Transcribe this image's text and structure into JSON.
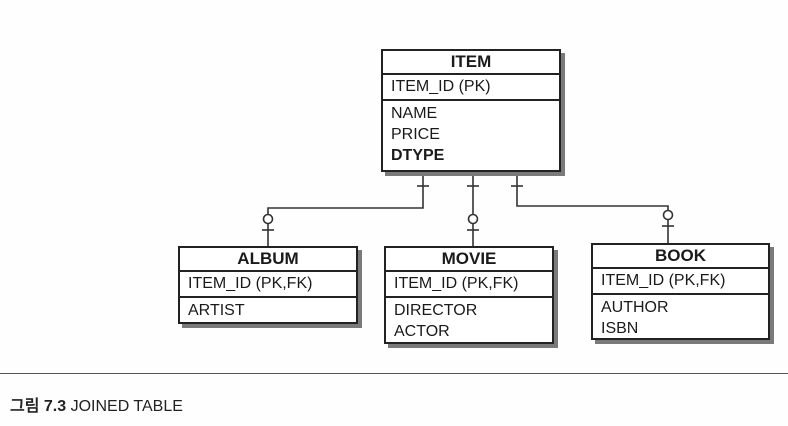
{
  "entities": {
    "item": {
      "title": "ITEM",
      "pk": "ITEM_ID (PK)",
      "attrs": [
        "NAME",
        "PRICE",
        "DTYPE"
      ]
    },
    "album": {
      "title": "ALBUM",
      "pk": "ITEM_ID (PK,FK)",
      "attrs": [
        "ARTIST"
      ]
    },
    "movie": {
      "title": "MOVIE",
      "pk": "ITEM_ID (PK,FK)",
      "attrs": [
        "DIRECTOR",
        "ACTOR"
      ]
    },
    "book": {
      "title": "BOOK",
      "pk": "ITEM_ID (PK,FK)",
      "attrs": [
        "AUTHOR",
        "ISBN"
      ]
    }
  },
  "caption": {
    "number": "그림 7.3",
    "text": "JOINED TABLE"
  }
}
